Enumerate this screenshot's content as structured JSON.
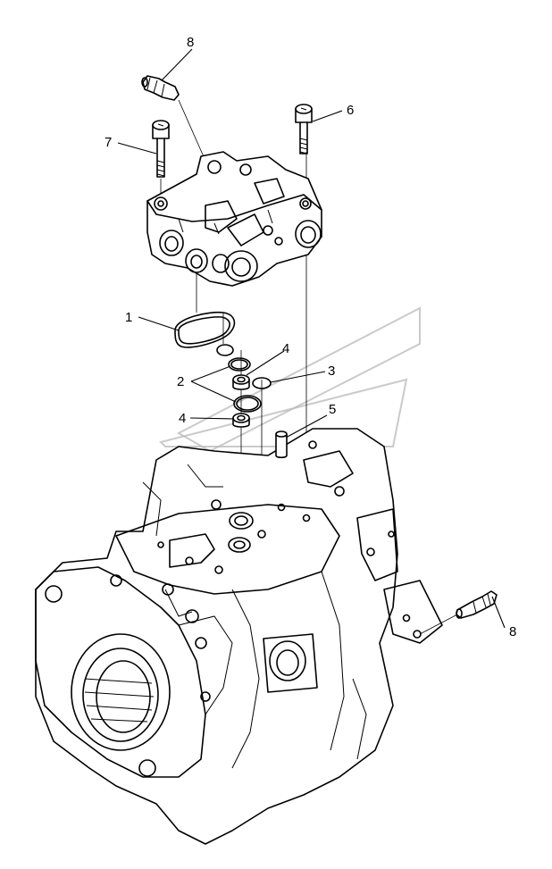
{
  "callouts": {
    "c1": "1",
    "c2": "2",
    "c3": "3",
    "c4a": "4",
    "c4b": "4",
    "c5": "5",
    "c6": "6",
    "c7": "7",
    "c8a": "8",
    "c8b": "8"
  }
}
